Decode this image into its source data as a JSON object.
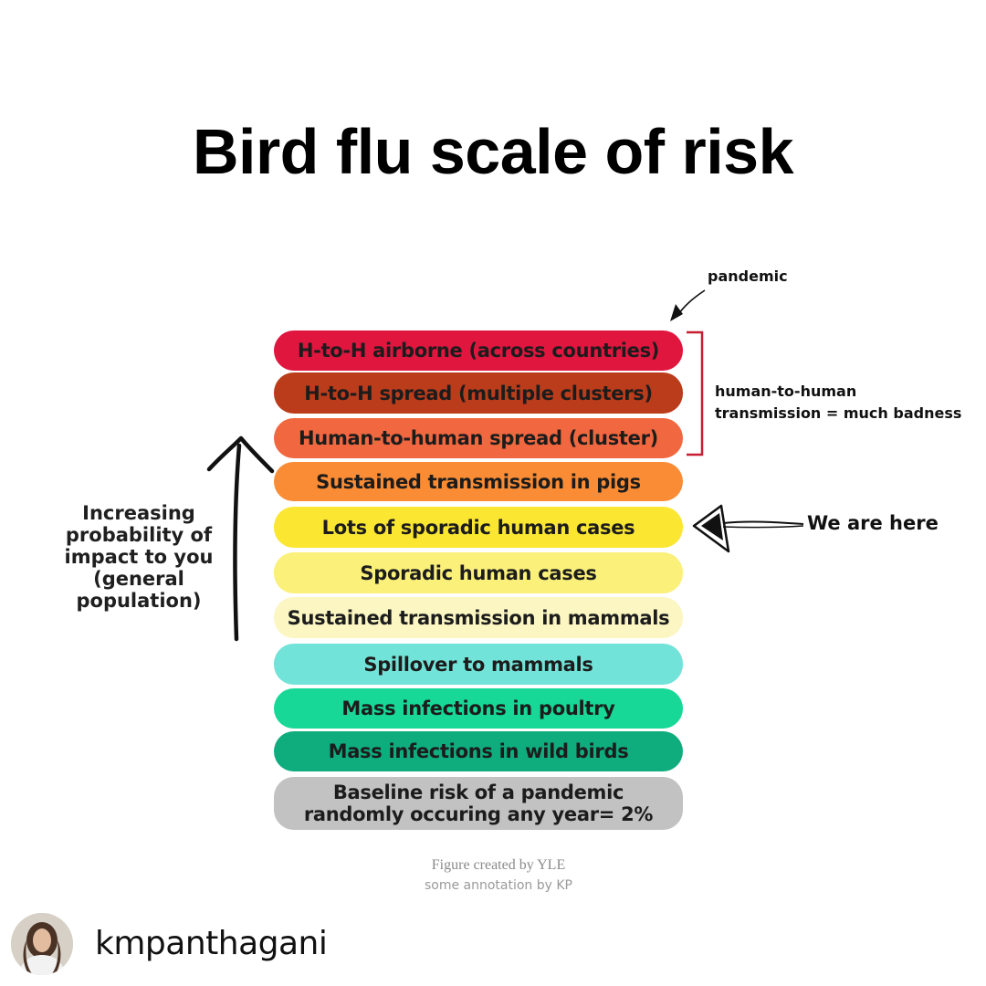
{
  "title": "Bird flu scale of risk",
  "levels": [
    {
      "label": "H-to-H airborne (across countries)",
      "color": "#e0163f"
    },
    {
      "label": "H-to-H spread  (multiple clusters)",
      "color": "#bb3c1b"
    },
    {
      "label": "Human-to-human spread (cluster)",
      "color": "#f1673f"
    },
    {
      "label": "Sustained transmission in pigs",
      "color": "#f98c35"
    },
    {
      "label": "Lots of sporadic human cases",
      "color": "#fbe632"
    },
    {
      "label": "Sporadic human cases",
      "color": "#faf07a"
    },
    {
      "label": "Sustained transmission in mammals",
      "color": "#fbf6c2"
    },
    {
      "label": "Spillover to mammals",
      "color": "#72e3d8"
    },
    {
      "label": "Mass infections in poultry",
      "color": "#17d896"
    },
    {
      "label": "Mass infections in wild birds",
      "color": "#0fad7e"
    },
    {
      "label": "Baseline risk of a pandemic\nrandomly occuring any year= 2%",
      "color": "#c2c2c2"
    }
  ],
  "annotations": {
    "pandemic": "pandemic",
    "h2h_note_line1": "human-to-human",
    "h2h_note_line2": "transmission = much badness",
    "we_are_here": "We are here",
    "probability_lines": [
      "Increasing",
      "probability of",
      "impact to you",
      "(general",
      "population)"
    ]
  },
  "credits": {
    "line1": "Figure created by YLE",
    "line2": "some annotation by KP"
  },
  "account": {
    "username": "kmpanthagani"
  }
}
